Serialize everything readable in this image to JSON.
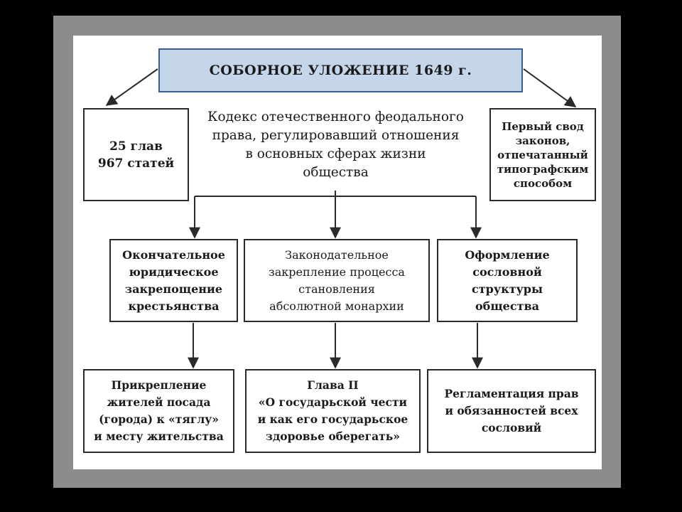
{
  "diagram": {
    "title": "СОБОРНОЕ УЛОЖЕНИЕ 1649 г.",
    "description": "Кодекс отечественного феодального\nправа, регулировавший отношения\nв основных сферах жизни\nобщества",
    "left_box": "25 глав\n967 статей",
    "right_box": "Первый свод\nзаконов,\nотпечатанный\nтипографским\nспособом",
    "middle": [
      "Окончательное\nюридическое\nзакрепощение\nкрестьянства",
      "Законодательное\nзакрепление процесса\nстановления\nабсолютной монархии",
      "Оформление\nсословной\nструктуры\nобщества"
    ],
    "bottom": [
      "Прикрепление\nжителей посада\n(города) к «тяглу»\nи месту жительства",
      "Глава II\n«О государьской чести\nи как его государьское\nздоровье оберегать»",
      "Регламентация прав\nи обязанностей всех\nсословий"
    ]
  },
  "colors": {
    "background": "#000000",
    "frame": "#8c8c8c",
    "panel": "#ffffff",
    "title_fill": "#c6d6ea",
    "title_border": "#3a5f8f",
    "lines": "#2a2a2a"
  }
}
